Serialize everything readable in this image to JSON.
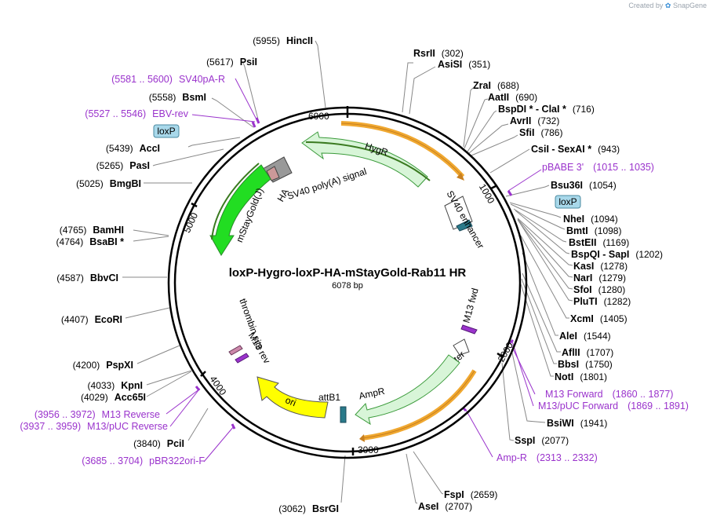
{
  "brand": {
    "created_by": "Created by",
    "app": "SnapGene"
  },
  "plasmid": {
    "name": "loxP-Hygro-loxP-HA-mStayGold-Rab11 HR",
    "length_label": "6078 bp",
    "length": 6078
  },
  "ticks": [
    "1000",
    "2000",
    "3000",
    "4000",
    "5000",
    "6000"
  ],
  "colors": {
    "backbone": "#000000",
    "primer": "#9a33cc",
    "hygr": "#d8f5d8",
    "mstaygold": "#22dd22",
    "ori": "#ffff00",
    "ampr": "#d8f5d8",
    "orange": "#f0a830"
  },
  "enzymes_right": [
    {
      "name": "RsrII",
      "pos": "(302)"
    },
    {
      "name": "AsiSI",
      "pos": "(351)"
    },
    {
      "name": "ZraI",
      "pos": "(688)"
    },
    {
      "name": "AatII",
      "pos": "(690)"
    },
    {
      "name": "BspDI * - ClaI *",
      "pos": "(716)"
    },
    {
      "name": "AvrII",
      "pos": "(732)"
    },
    {
      "name": "SfiI",
      "pos": "(786)"
    },
    {
      "name": "CsiI - SexAI *",
      "pos": "(943)"
    },
    {
      "name": "Bsu36I",
      "pos": "(1054)"
    },
    {
      "name": "NheI",
      "pos": "(1094)"
    },
    {
      "name": "BmtI",
      "pos": "(1098)"
    },
    {
      "name": "BstEII",
      "pos": "(1169)"
    },
    {
      "name": "BspQI - SapI",
      "pos": "(1202)"
    },
    {
      "name": "KasI",
      "pos": "(1278)"
    },
    {
      "name": "NarI",
      "pos": "(1279)"
    },
    {
      "name": "SfoI",
      "pos": "(1280)"
    },
    {
      "name": "PluTI",
      "pos": "(1282)"
    },
    {
      "name": "XcmI",
      "pos": "(1405)"
    },
    {
      "name": "AleI",
      "pos": "(1544)"
    },
    {
      "name": "AflII",
      "pos": "(1707)"
    },
    {
      "name": "BbsI",
      "pos": "(1750)"
    },
    {
      "name": "NotI",
      "pos": "(1801)"
    },
    {
      "name": "BsiWI",
      "pos": "(1941)"
    },
    {
      "name": "SspI",
      "pos": "(2077)"
    },
    {
      "name": "FspI",
      "pos": "(2659)"
    },
    {
      "name": "AseI",
      "pos": "(2707)"
    }
  ],
  "enzymes_left": [
    {
      "name": "HincII",
      "pos": "(5955)"
    },
    {
      "name": "PsiI",
      "pos": "(5617)"
    },
    {
      "name": "BsmI",
      "pos": "(5558)"
    },
    {
      "name": "AccI",
      "pos": "(5439)"
    },
    {
      "name": "PasI",
      "pos": "(5265)"
    },
    {
      "name": "BmgBI",
      "pos": "(5025)"
    },
    {
      "name": "BamHI",
      "pos": "(4765)"
    },
    {
      "name": "BsaBI *",
      "pos": "(4764)"
    },
    {
      "name": "BbvCI",
      "pos": "(4587)"
    },
    {
      "name": "EcoRI",
      "pos": "(4407)"
    },
    {
      "name": "PspXI",
      "pos": "(4200)"
    },
    {
      "name": "KpnI",
      "pos": "(4033)"
    },
    {
      "name": "Acc65I",
      "pos": "(4029)"
    },
    {
      "name": "PciI",
      "pos": "(3840)"
    },
    {
      "name": "BsrGI",
      "pos": "(3062)"
    }
  ],
  "primers": [
    {
      "label": "pBABE 3'",
      "range": "(1015 .. 1035)"
    },
    {
      "label": "M13 Forward",
      "range": "(1860 .. 1877)"
    },
    {
      "label": "M13/pUC Forward",
      "range": "(1869 .. 1891)"
    },
    {
      "label": "Amp-R",
      "range": "(2313 .. 2332)"
    },
    {
      "label": "SV40pA-R",
      "range": "(5581 .. 5600)"
    },
    {
      "label": "EBV-rev",
      "range": "(5527 .. 5546)"
    },
    {
      "label": "M13 Reverse",
      "range": "(3956 .. 3972)"
    },
    {
      "label": "M13/pUC Reverse",
      "range": "(3937 .. 3959)"
    },
    {
      "label": "pBR322ori-F",
      "range": "(3685 .. 3704)"
    }
  ],
  "boxed_labels": [
    "loxP",
    "loxP"
  ],
  "features": [
    "HygR",
    "SV40 poly(A) signal",
    "SV40 enhancer",
    "HA",
    "mStayGold(J)",
    "M13 fwd",
    "AmpR promoter",
    "AmpR",
    "attB1",
    "ori",
    "M13 rev",
    "thrombin site"
  ]
}
